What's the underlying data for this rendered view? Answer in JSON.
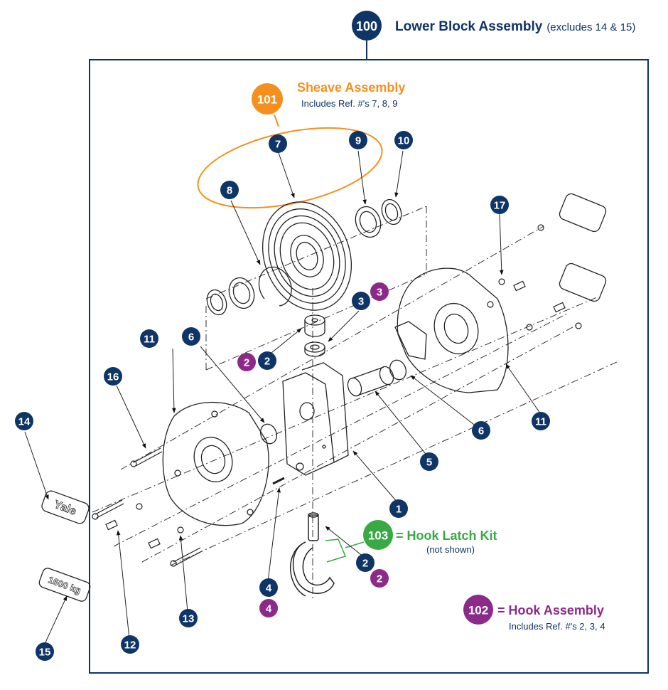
{
  "colors": {
    "navy": "#0f3466",
    "orange": "#f5901e",
    "purple": "#8c2a8a",
    "green": "#3aa845",
    "line": "#222222"
  },
  "assembly": {
    "number": "100",
    "title": "Lower Block Assembly",
    "note": "(excludes 14 & 15)"
  },
  "sheave": {
    "number": "101",
    "title": "Sheave Assembly",
    "includes": "Includes Ref. #'s 7, 8, 9"
  },
  "hook": {
    "number": "102",
    "title": "= Hook Assembly",
    "includes": "Includes Ref. #'s 2, 3, 4"
  },
  "latch": {
    "number": "103",
    "title": "= Hook Latch Kit",
    "note": "(not shown)"
  },
  "labels": {
    "yale": "Yale",
    "capacity": "1600 kg"
  },
  "callouts": {
    "c1": "1",
    "c2a": "2",
    "c2b": "2",
    "c3": "3",
    "c4": "4",
    "c5": "5",
    "c6a": "6",
    "c6b": "6",
    "c7": "7",
    "c8": "8",
    "c9": "9",
    "c10": "10",
    "c11a": "11",
    "c11b": "11",
    "c12": "12",
    "c13": "13",
    "c14": "14",
    "c15": "15",
    "c16": "16",
    "c17": "17",
    "p2a": "2",
    "p2b": "2",
    "p3": "3",
    "p4": "4"
  }
}
